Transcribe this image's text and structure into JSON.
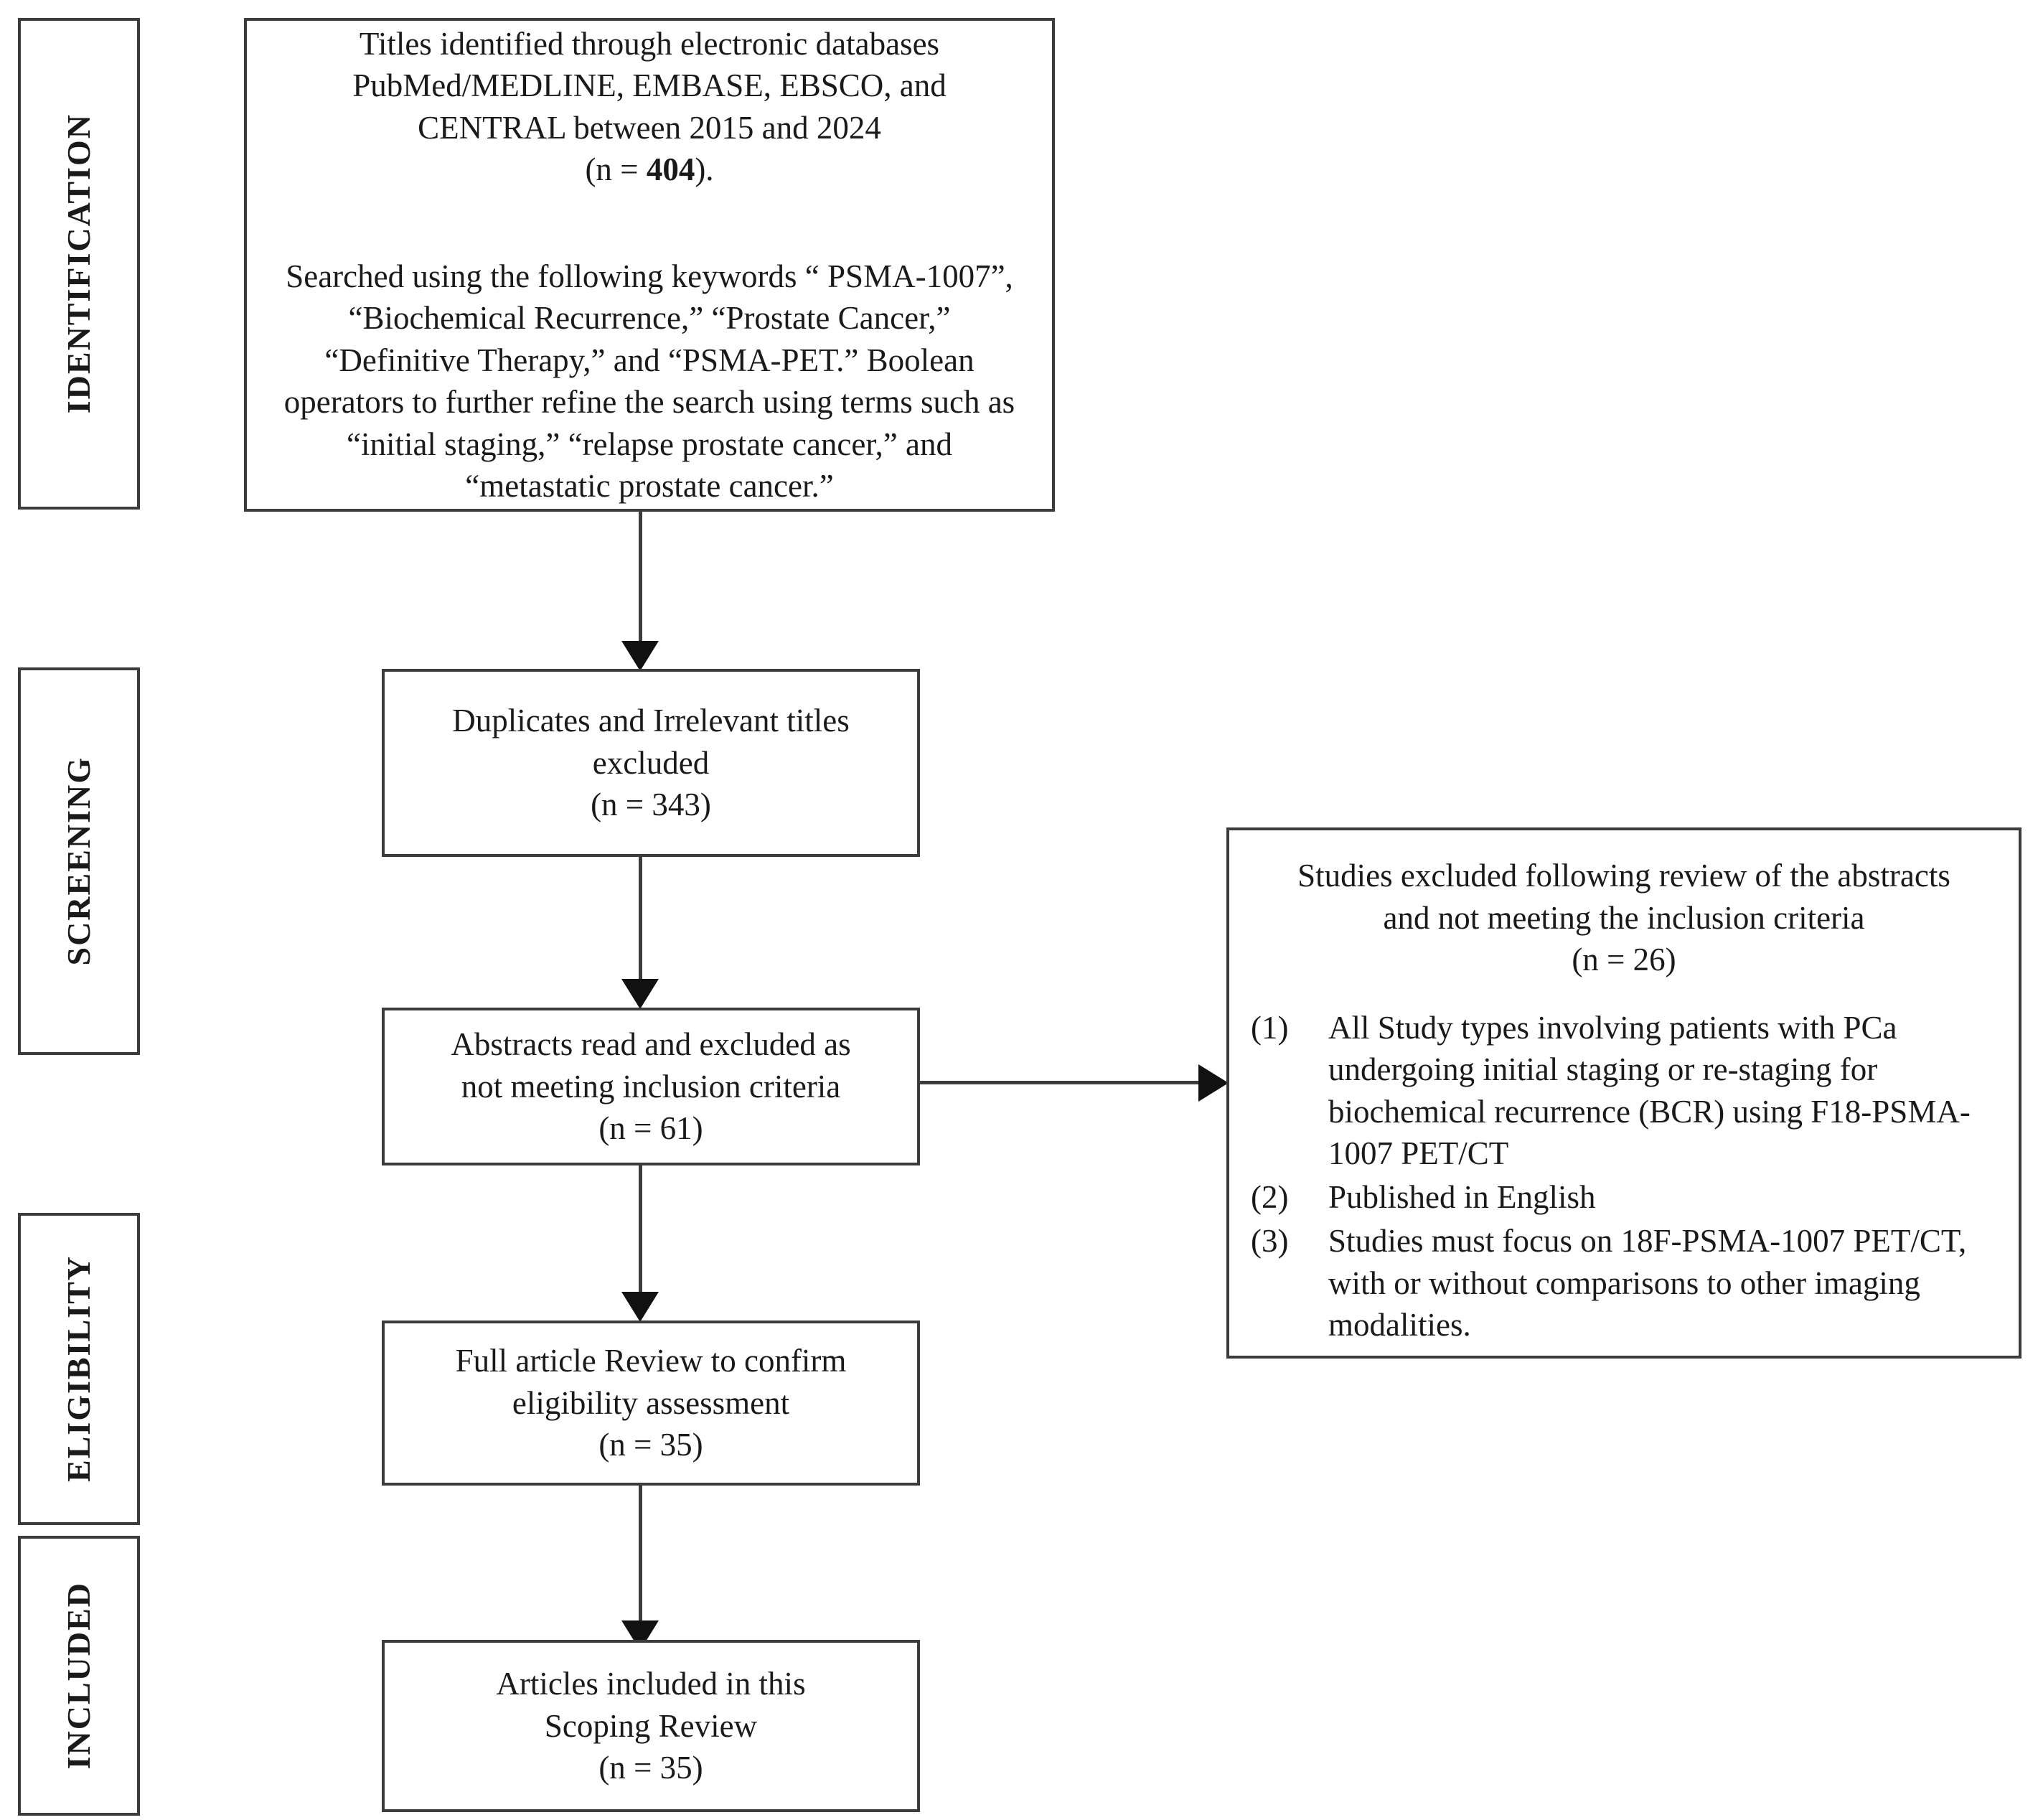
{
  "diagram": {
    "type": "prisma-flow-diagram",
    "stages": [
      {
        "id": "identification",
        "label": "IDENTIFICATION"
      },
      {
        "id": "screening",
        "label": "SCREENING"
      },
      {
        "id": "eligibility",
        "label": "ELIGIBILITY"
      },
      {
        "id": "included",
        "label": "INCLUDED"
      }
    ],
    "identification_box": {
      "paragraph1_line1": "Titles identified through electronic databases",
      "paragraph1_line2": "PubMed/MEDLINE, EMBASE, EBSCO, and",
      "paragraph1_line3": "CENTRAL between 2015 and 2024",
      "count_prefix": "(n = ",
      "count_value": "404",
      "count_suffix": ").",
      "paragraph2": "Searched using the following keywords “ PSMA-1007”, “Biochemical Recurrence,” “Prostate Cancer,” “Definitive Therapy,” and “PSMA-PET.” Boolean operators to further refine the search using terms such as “initial staging,” “relapse prostate cancer,” and “metastatic prostate cancer.”"
    },
    "duplicates_box": {
      "line1": "Duplicates and Irrelevant titles",
      "line2": "excluded",
      "count": "(n = 343)"
    },
    "abstracts_box": {
      "line1": "Abstracts read and excluded as",
      "line2": "not meeting inclusion criteria",
      "count": "(n = 61)"
    },
    "fulltext_box": {
      "line1": "Full article Review to confirm",
      "line2": "eligibility assessment",
      "count": "(n = 35)"
    },
    "included_box": {
      "line1": "Articles included in this",
      "line2": "Scoping Review",
      "count": "(n = 35)"
    },
    "exclusion_box": {
      "header_line1": "Studies excluded following review of the abstracts",
      "header_line2": "and not meeting the inclusion criteria",
      "header_count": "(n = 26)",
      "items": [
        {
          "marker": "(1)",
          "text": "All Study types involving patients with PCa undergoing initial staging or re-staging for biochemical recurrence (BCR) using F18-PSMA-1007 PET/CT"
        },
        {
          "marker": "(2)",
          "text": "Published in English"
        },
        {
          "marker": "(3)",
          "text": "Studies must focus on 18F-PSMA-1007 PET/CT, with or without comparisons to other imaging modalities."
        }
      ]
    },
    "colors": {
      "border": "#3c3c3c",
      "arrow": "#111111",
      "text": "#1a1a1a",
      "background": "#ffffff"
    }
  }
}
